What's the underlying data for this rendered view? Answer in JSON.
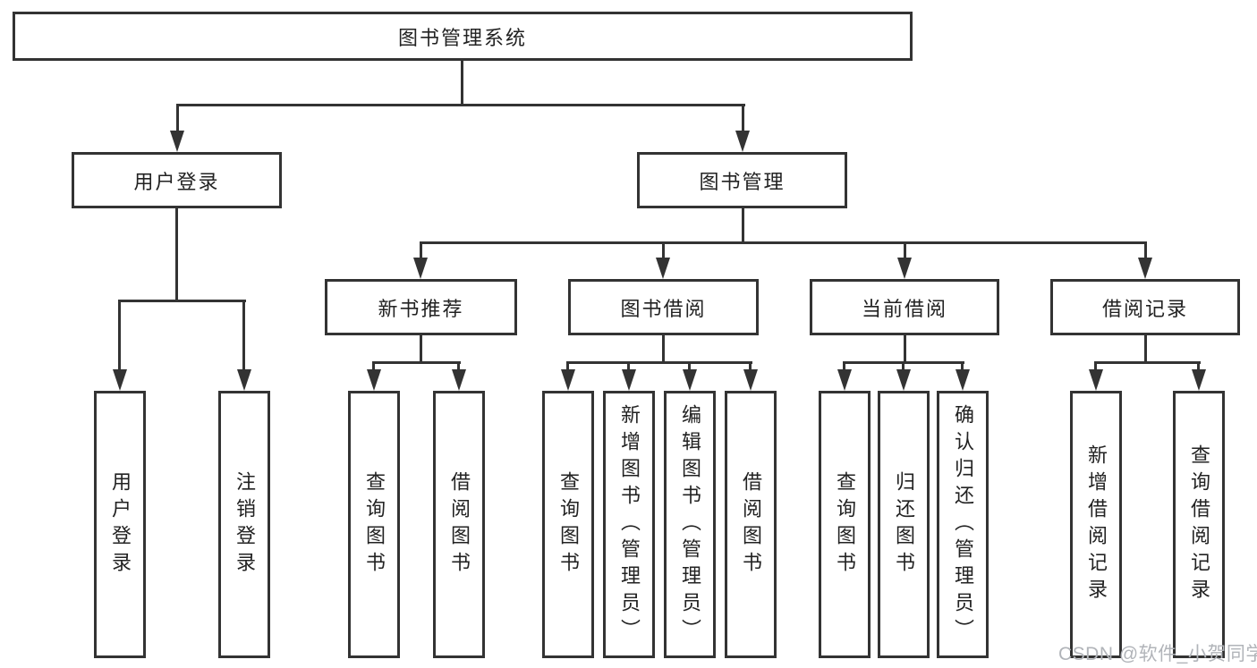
{
  "tree": {
    "root_label": "图书管理系统",
    "branches": [
      {
        "label": "用户登录",
        "leaves": [
          "用户登录",
          "注销登录"
        ]
      },
      {
        "label": "图书管理",
        "groups": [
          {
            "label": "新书推荐",
            "leaves": [
              "查询图书",
              "借阅图书"
            ]
          },
          {
            "label": "图书借阅",
            "leaves": [
              "查询图书",
              "新增图书（管理员）",
              "编辑图书（管理员）",
              "借阅图书"
            ]
          },
          {
            "label": "当前借阅",
            "leaves": [
              "查询图书",
              "归还图书",
              "确认归还（管理员）"
            ]
          },
          {
            "label": "借阅记录",
            "leaves": [
              "新增借阅记录",
              "查询借阅记录"
            ]
          }
        ]
      }
    ]
  },
  "watermark": {
    "text": "CSDN @软件_小贺同学"
  },
  "colors": {
    "line": "#333333",
    "ink": "#222222",
    "watermark": "#b1b4b9",
    "background": "#ffffff"
  }
}
